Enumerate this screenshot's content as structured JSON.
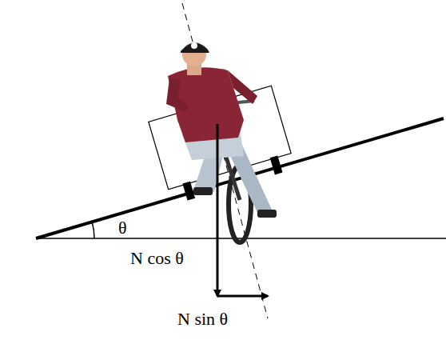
{
  "diagram": {
    "labels": [
      "θ",
      "N cos θ",
      "N sin θ"
    ]
  }
}
